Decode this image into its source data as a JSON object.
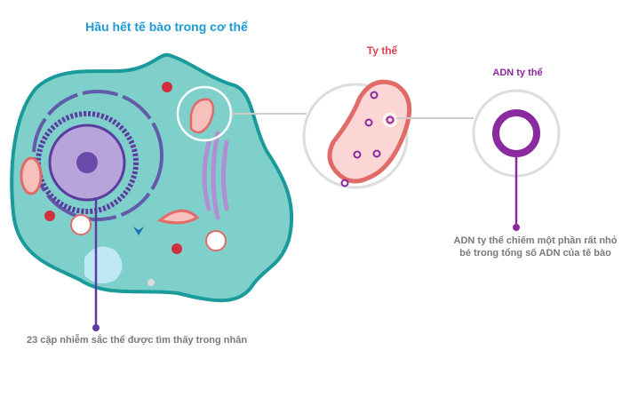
{
  "title": "Hầu hết tế bào trong cơ thể",
  "mitochondrion_label": "Ty thể",
  "mtdna_label": "ADN ty thể",
  "mtdna_description": "ADN ty thể chiếm một phần rất nhỏ bé trong tổng số ADN của tế bào",
  "nucleus_description": "23 cặp nhiễm sắc thể được tìm thấy trong nhân",
  "colors": {
    "cell": "#7fcfcb",
    "cell_border": "#1a9a9a",
    "nucleus": "#b9a3db",
    "mito": "#e06b68",
    "dna": "#8a2a9e",
    "pointer": "#5b3da0"
  }
}
